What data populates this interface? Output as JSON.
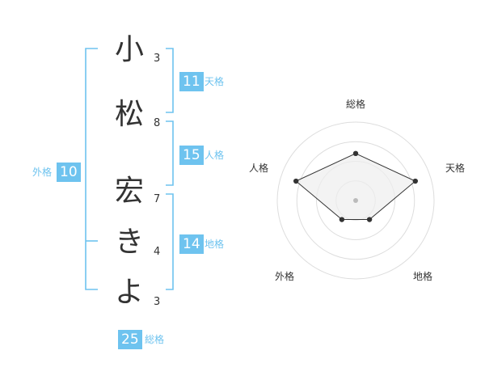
{
  "name": {
    "characters": [
      {
        "char": "小",
        "strokes": "3"
      },
      {
        "char": "松",
        "strokes": "8"
      },
      {
        "char": "宏",
        "strokes": "7"
      },
      {
        "char": "き",
        "strokes": "4"
      },
      {
        "char": "よ",
        "strokes": "3"
      }
    ]
  },
  "scores": {
    "tenkaku": {
      "value": "11",
      "label": "天格"
    },
    "jinkaku": {
      "value": "15",
      "label": "人格"
    },
    "chikaku": {
      "value": "14",
      "label": "地格"
    },
    "gaikaku": {
      "value": "10",
      "label": "外格"
    },
    "soukaku": {
      "value": "25",
      "label": "総格"
    }
  },
  "chart_data": {
    "type": "radar",
    "axes": [
      "総格",
      "天格",
      "地格",
      "外格",
      "人格"
    ],
    "values": [
      0.6,
      0.8,
      0.3,
      0.3,
      0.8
    ],
    "rings": 4,
    "colors": {
      "ring": "#dddddd",
      "fill": "#eeeeee",
      "line": "#333333",
      "point": "#333333",
      "center": "#bbbbbb"
    }
  },
  "colors": {
    "accent": "#6ec3ef",
    "text": "#333333"
  }
}
